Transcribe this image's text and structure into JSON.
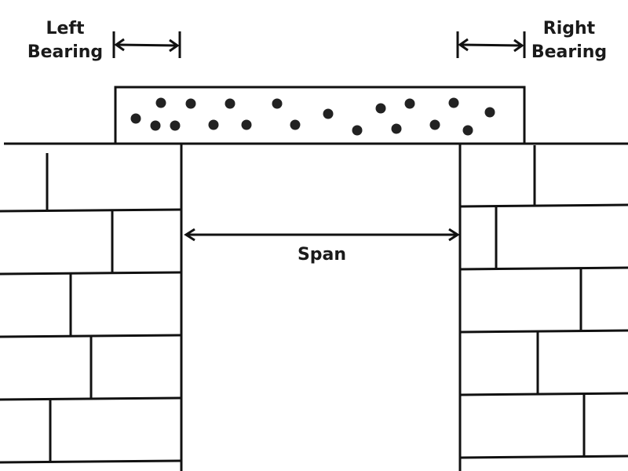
{
  "labels": {
    "left_bearing": [
      "Left",
      "Bearing"
    ],
    "right_bearing": [
      "Right",
      "Bearing"
    ],
    "span": "Span"
  },
  "colors": {
    "stroke": "#111111",
    "dot": "#222222"
  }
}
